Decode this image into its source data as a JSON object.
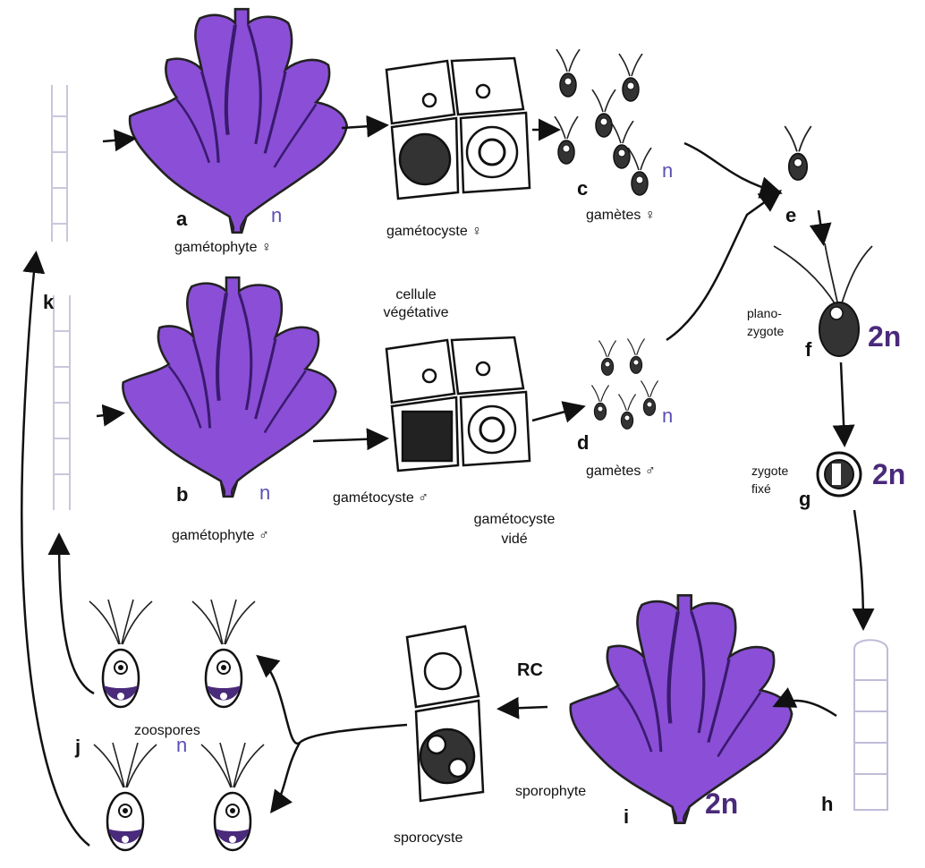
{
  "colors": {
    "thallus": "#8a4fd6",
    "thallus_dark": "#6a35b0",
    "ink": "#111111",
    "ploidy": "#4a2a7a"
  },
  "letters": {
    "a": "a",
    "b": "b",
    "c": "c",
    "d": "d",
    "e": "e",
    "f": "f",
    "g": "g",
    "h": "h",
    "i": "i",
    "j": "j",
    "k": "k"
  },
  "ploidy": {
    "a": "n",
    "b": "n",
    "c": "n",
    "d": "n",
    "j": "n",
    "f": "2n",
    "g": "2n",
    "i": "2n"
  },
  "labels": {
    "gametophyte_f": "gamétophyte ♀",
    "gametophyte_m": "gamétophyte ♂",
    "gametocyste_f": "gamétocyste ♀",
    "gametocyste_m": "gamétocyste ♂",
    "cellule_vegetative": "cellule\nvégétative",
    "gametocyste_vide": "gamétocyste\nvidé",
    "gametes_f": "gamètes ♀",
    "gametes_m": "gamètes ♂",
    "planozygote": "plano-\nzygote",
    "zygote_fixe": "zygote\nfixé",
    "zoospores": "zoospores",
    "sporophyte": "sporophyte",
    "sporocyste": "sporocyste",
    "rc": "RC"
  },
  "icons": [
    "thallus-shape",
    "cell-grid",
    "flagellated-gamete",
    "zygote",
    "filament",
    "arrow"
  ]
}
